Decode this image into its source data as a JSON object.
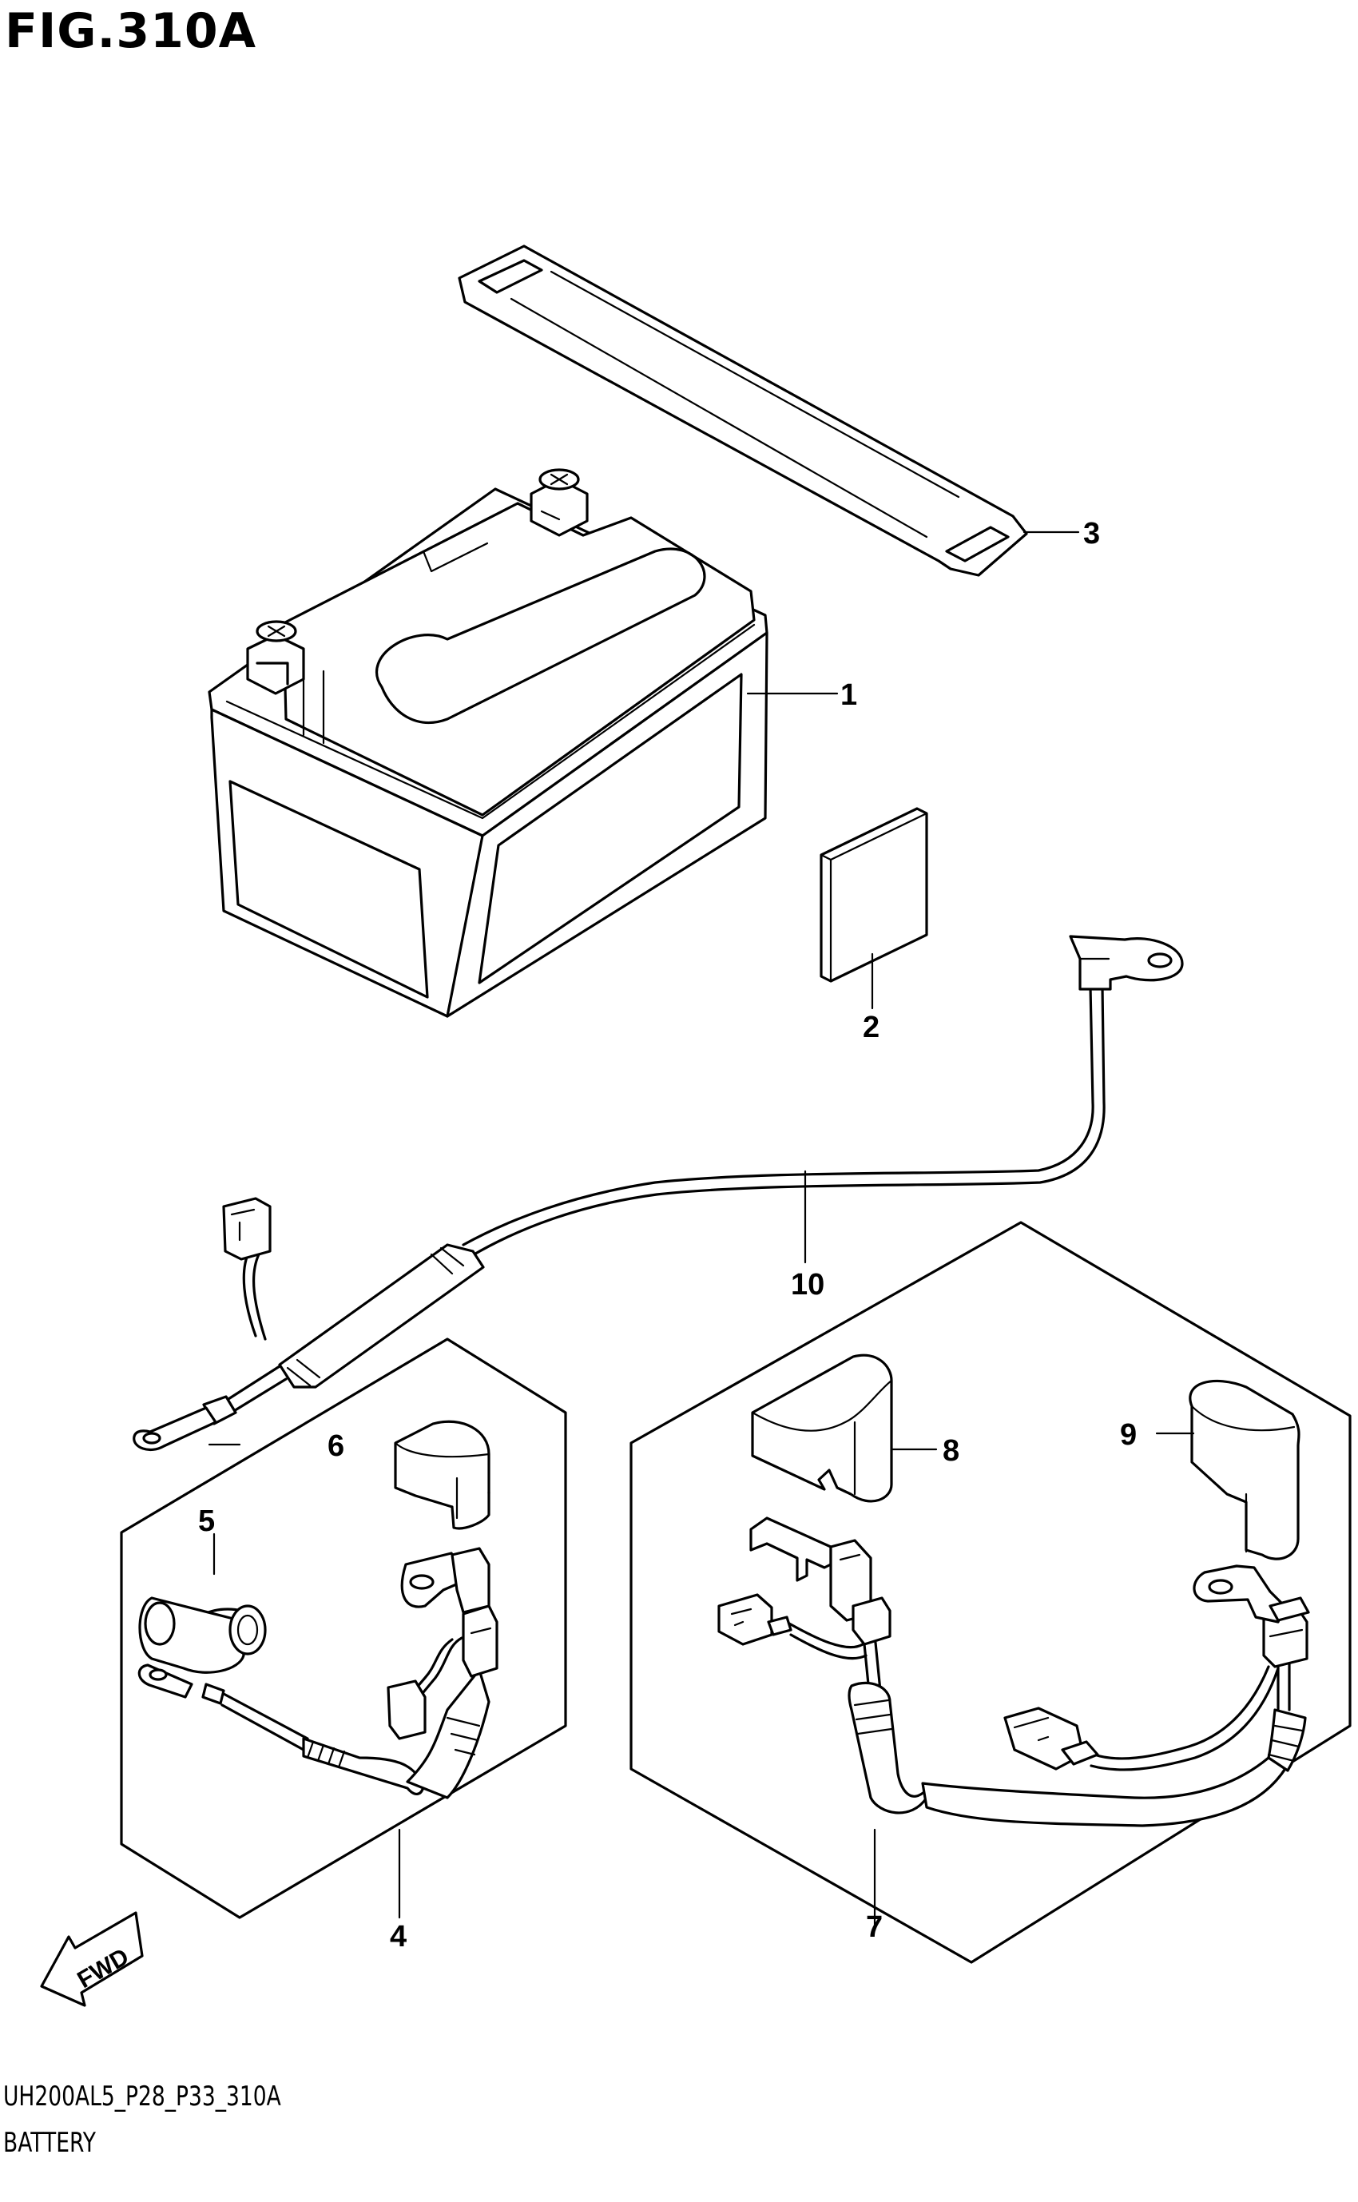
{
  "figure": {
    "title": "FIG.310A"
  },
  "parts": [
    {
      "ref": "1"
    },
    {
      "ref": "2"
    },
    {
      "ref": "3"
    },
    {
      "ref": "4"
    },
    {
      "ref": "5"
    },
    {
      "ref": "6"
    },
    {
      "ref": "7"
    },
    {
      "ref": "8"
    },
    {
      "ref": "9"
    },
    {
      "ref": "10"
    }
  ],
  "direction_badge": {
    "label": "FWD"
  },
  "footer": {
    "code": "UH200AL5_P28_P33_310A",
    "name": "BATTERY"
  }
}
